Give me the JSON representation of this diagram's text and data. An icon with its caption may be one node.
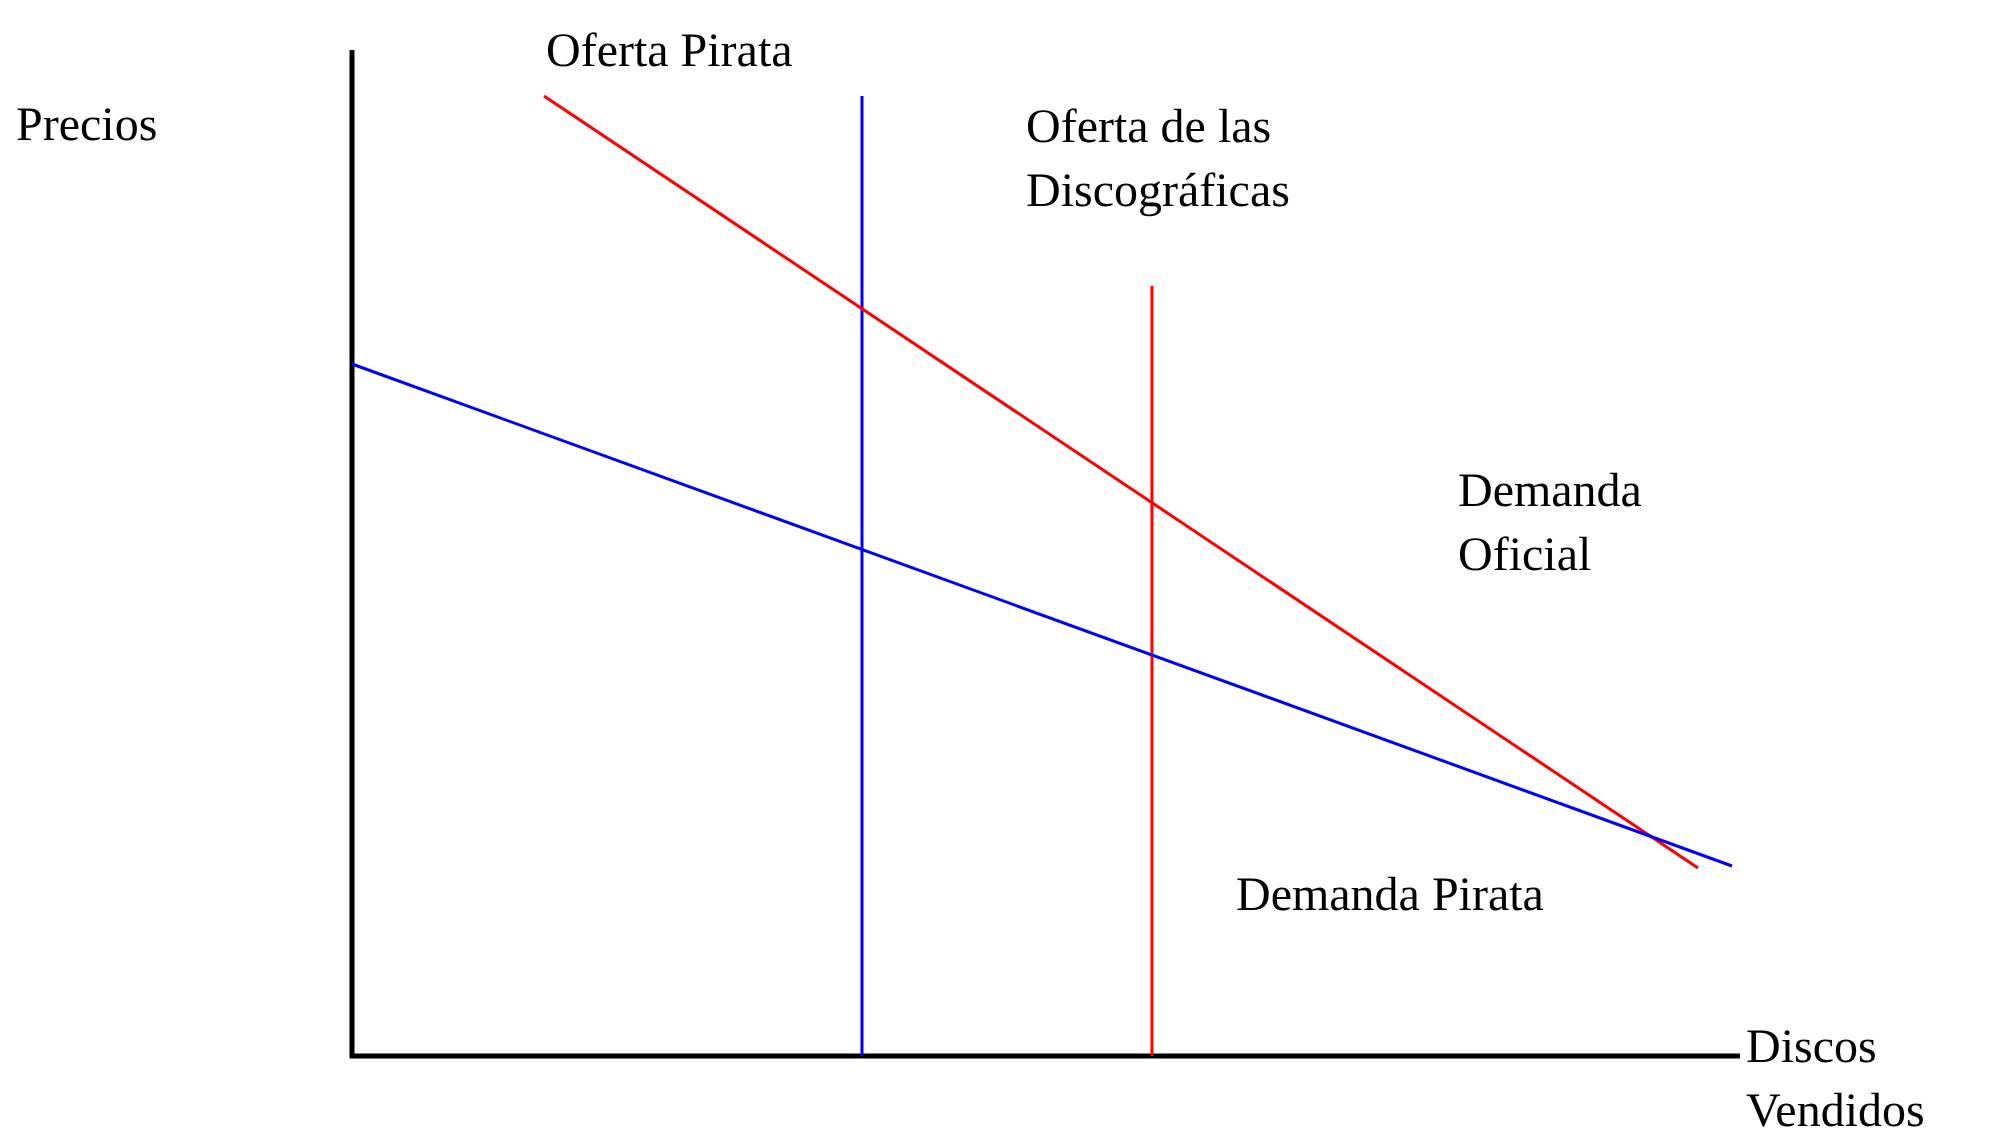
{
  "diagram": {
    "labels": [
      "Oferta Pirata",
      "Precios",
      "Oferta de las Discográficas",
      "Demanda Oficial",
      "Demanda Pirata",
      "Discos Vendidos"
    ]
  }
}
